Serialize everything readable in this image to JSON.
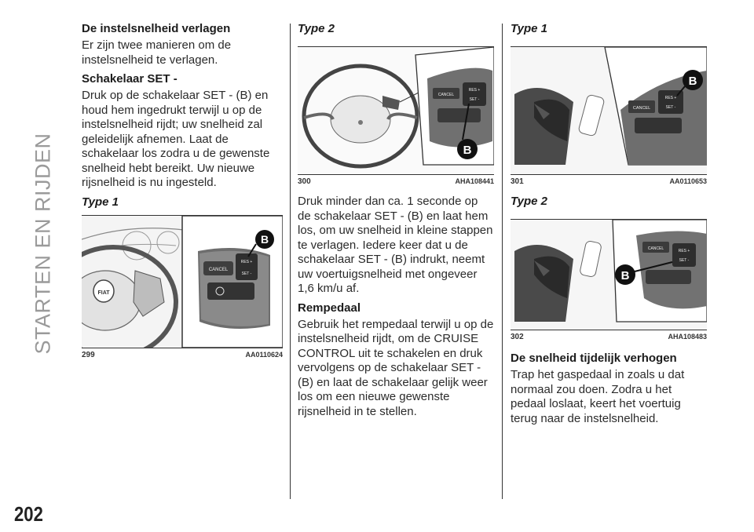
{
  "side_title": "STARTEN EN RIJDEN",
  "page_number": "202",
  "col1": {
    "heading": "De instelsnelheid verlagen",
    "intro": "Er zijn twee manieren om de instelsnelheid te verlagen.",
    "subheading": "Schakelaar SET -",
    "body": "Druk op de schakelaar SET - (B) en houd hem ingedrukt terwijl u op de instelsnelheid rijdt; uw snelheid zal geleidelijk afnemen. Laat de schakelaar los zodra u de gewenste snelheid hebt bereikt. Uw nieuwe rijsnelheid is nu ingesteld.",
    "type_label": "Type 1",
    "figure": {
      "number": "299",
      "code": "AA0110624",
      "callout": "B",
      "btn_cancel": "CANCEL",
      "btn_res": "RES +",
      "btn_set": "SET -",
      "logo": "FIAT"
    }
  },
  "col2": {
    "type_label": "Type 2",
    "figure": {
      "number": "300",
      "code": "AHA108441",
      "callout": "B",
      "btn_cancel": "CANCEL",
      "btn_res": "RES +",
      "btn_set": "SET -"
    },
    "body1": "Druk minder dan ca. 1 seconde op de schakelaar SET - (B) en laat hem los, om uw snelheid in kleine stappen te verlagen. Iedere keer dat u de schakelaar SET - (B) indrukt, neemt uw voertuigsnelheid met ongeveer 1,6 km/u af.",
    "subheading": "Rempedaal",
    "body2": "Gebruik het rempedaal terwijl u op de instelsnelheid rijdt, om de CRUISE CONTROL uit te schakelen en druk vervolgens op de schakelaar SET - (B) en laat de schakelaar gelijk weer los om een nieuwe gewenste rijsnelheid in te stellen."
  },
  "col3": {
    "type1_label": "Type 1",
    "figure1": {
      "number": "301",
      "code": "AA0110653",
      "callout": "B",
      "btn_cancel": "CANCEL",
      "btn_res": "RES +",
      "btn_set": "SET -"
    },
    "type2_label": "Type 2",
    "figure2": {
      "number": "302",
      "code": "AHA108483",
      "callout": "B",
      "btn_cancel": "CANCEL",
      "btn_res": "RES +",
      "btn_set": "SET -"
    },
    "heading": "De snelheid tijdelijk verhogen",
    "body": "Trap het gaspedaal in zoals u dat normaal zou doen. Zodra u het pedaal loslaat, keert het voertuig terug naar de instelsnelheid."
  }
}
